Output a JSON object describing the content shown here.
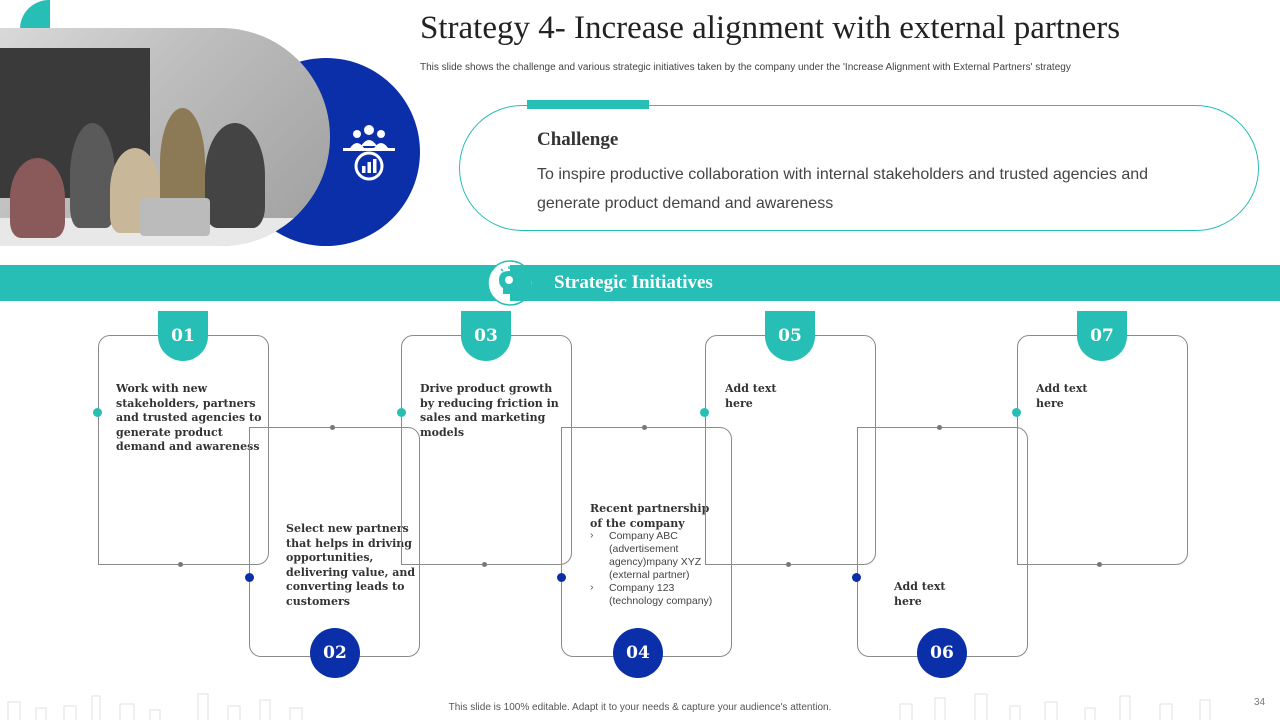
{
  "header": {
    "title": "Strategy 4- Increase alignment with external partners",
    "subtitle": "This slide shows the challenge and various strategic initiatives taken by the company under the 'Increase Alignment with External Partners' strategy"
  },
  "challenge": {
    "heading": "Challenge",
    "text": "To inspire productive collaboration with internal stakeholders and trusted agencies and generate product demand and awareness"
  },
  "initiatives": {
    "heading": "Strategic Initiatives",
    "steps": [
      {
        "num": "01",
        "text": "Work with new stakeholders, partners and trusted agencies to generate product demand and awareness"
      },
      {
        "num": "02",
        "text": "Select new partners that helps in driving opportunities, delivering value, and converting leads to customers"
      },
      {
        "num": "03",
        "text": "Drive product growth by reducing friction in sales and marketing models"
      },
      {
        "num": "04",
        "text": "Recent partnership of the company",
        "bullets": [
          "Company ABC (advertisement agency)mpany XYZ (external partner)",
          "Company 123 (technology company)"
        ]
      },
      {
        "num": "05",
        "text": "Add text here"
      },
      {
        "num": "06",
        "text": "Add text here"
      },
      {
        "num": "07",
        "text": "Add text here"
      }
    ]
  },
  "footer": {
    "note": "This slide is 100% editable. Adapt it to your needs & capture your audience's attention.",
    "page": "34"
  },
  "icons": {
    "photo": "team-meeting-photo",
    "challenge_icon": "team-chart-icon",
    "initiatives_icon": "head-gear-icon"
  },
  "colors": {
    "teal": "#27bfb5",
    "blue": "#0a2fa8"
  }
}
